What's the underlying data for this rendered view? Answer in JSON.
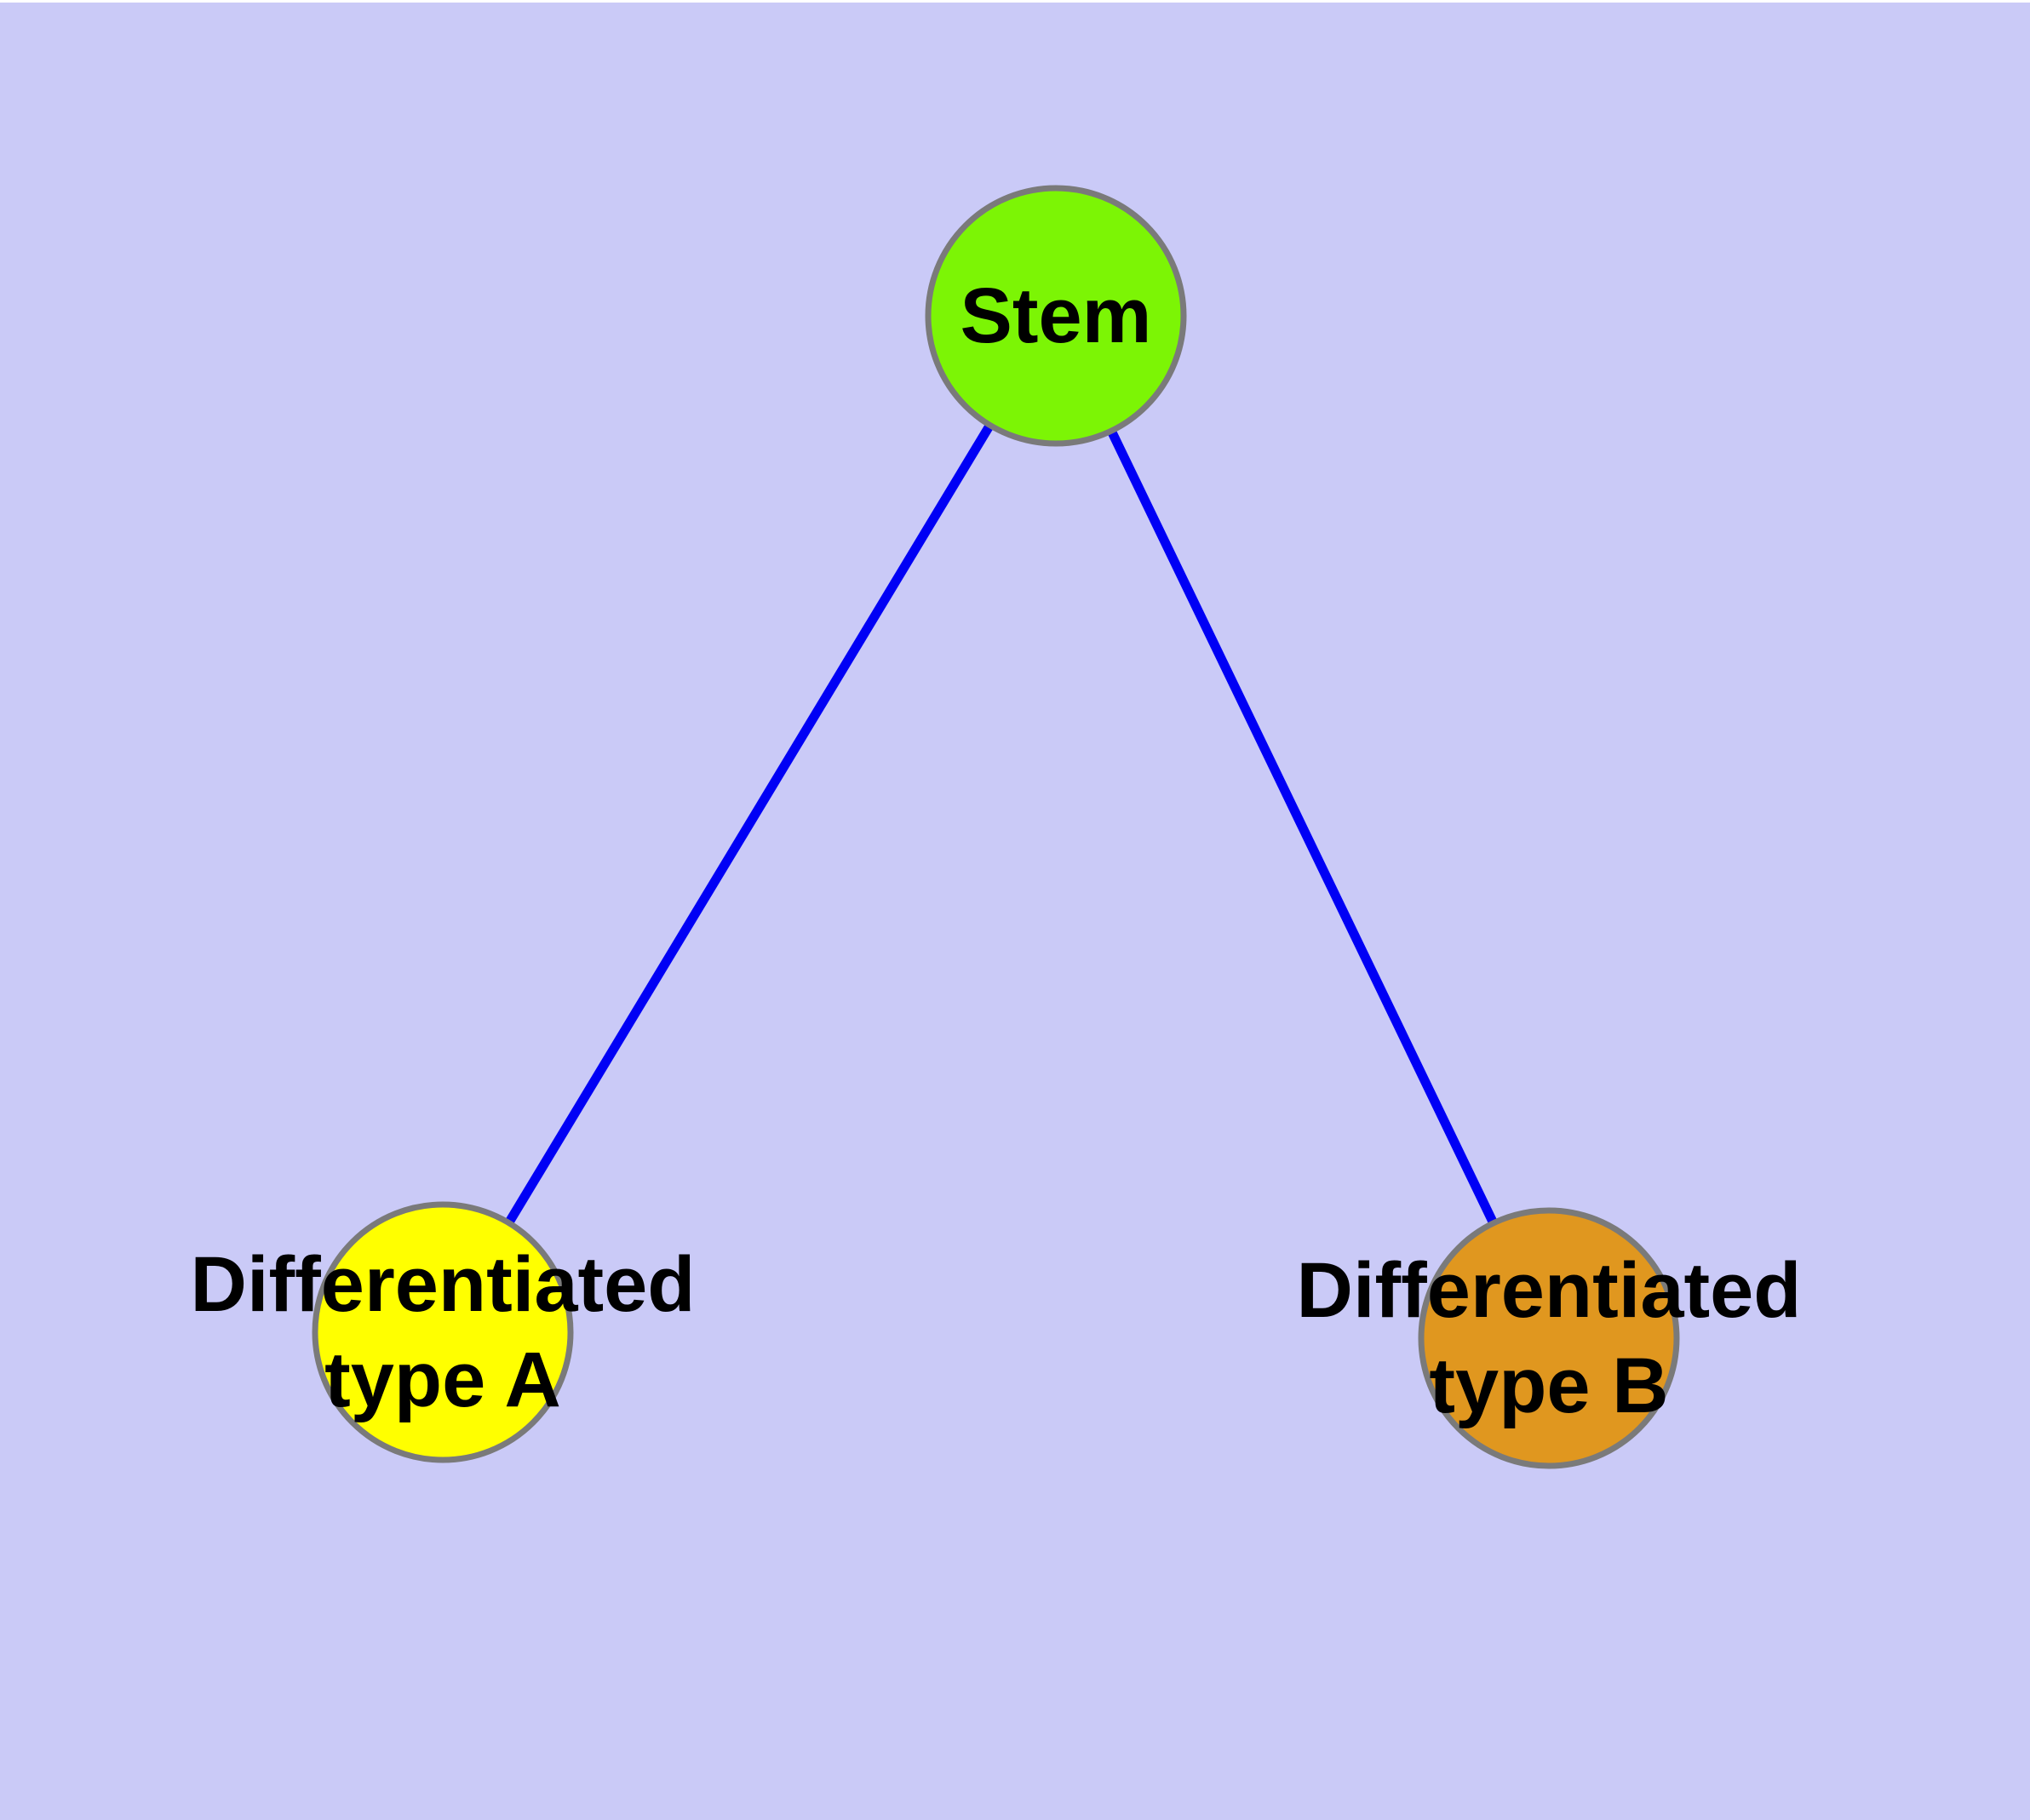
{
  "figure": {
    "background_color": "#CACAF7",
    "top_border_color": "#FFFFFF",
    "edge_color": "#0000F5",
    "node_border_color": "#7A7A7A"
  },
  "nodes": {
    "stem": {
      "label": "Stem",
      "fill": "#7CF505"
    },
    "differentiated_type_a": {
      "label": "Differentiated\ntype A",
      "fill": "#FFFF00"
    },
    "differentiated_type_b": {
      "label": "Differentiated\ntype B",
      "fill": "#E0971F"
    }
  },
  "edges": [
    {
      "from": "stem",
      "to": "differentiated_type_a"
    },
    {
      "from": "stem",
      "to": "differentiated_type_b"
    }
  ]
}
